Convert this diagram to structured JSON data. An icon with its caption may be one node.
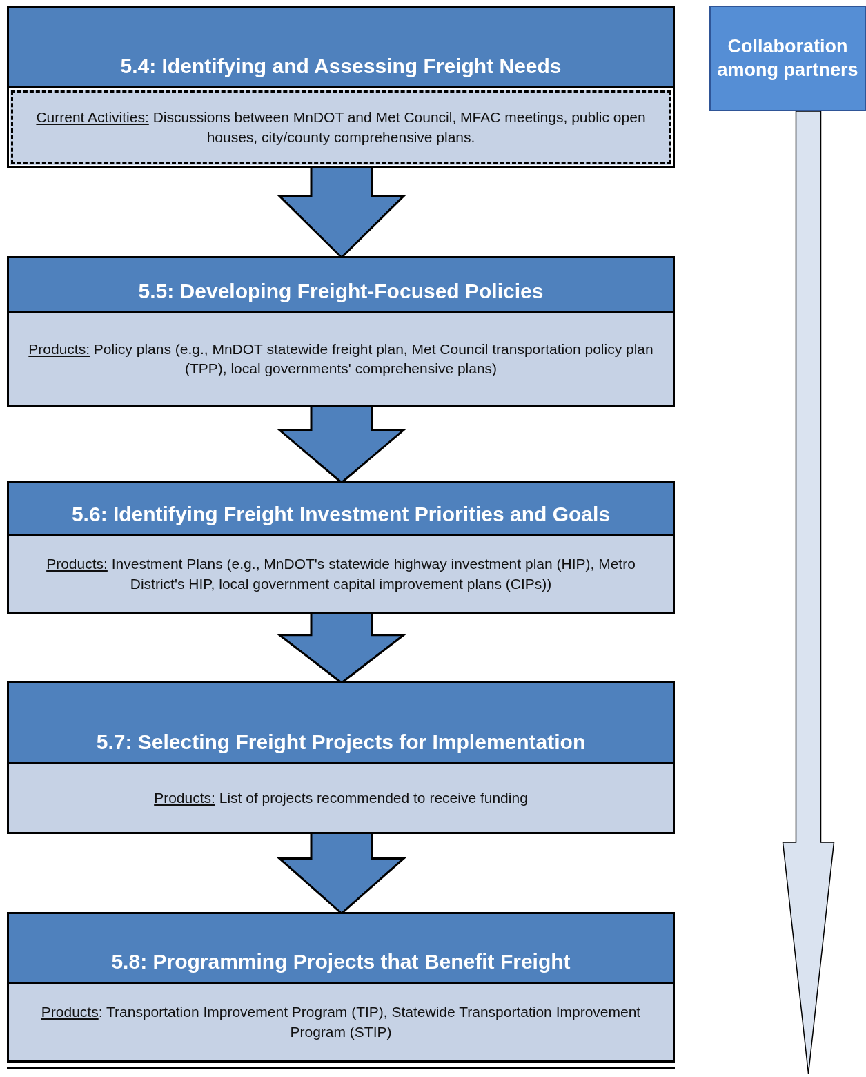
{
  "diagram": {
    "nodes": [
      {
        "text": [
          "5.4: Identifying and Assessing Freight  Needs",
          "Current Activities:",
          "Discussions between MnDOT and Met Council, MFAC meetings, public open houses, city/county comprehensive plans."
        ]
      },
      {
        "text": [
          "5.5: Developing Freight-Focused Policies",
          "Products:",
          "Policy plans (e.g., MnDOT statewide freight plan, Met Council transportation policy plan (TPP), local governments' comprehensive plans)"
        ]
      },
      {
        "text": [
          "5.6: Identifying Freight Investment Priorities and Goals",
          "Products:",
          "Investment Plans (e.g., MnDOT's statewide highway investment plan (HIP), Metro District's HIP, local government capital improvement plans (CIPs))"
        ]
      },
      {
        "text": [
          "5.7: Selecting Freight Projects for Implementation",
          "Products:",
          "List of projects recommended to receive funding"
        ]
      },
      {
        "text": [
          "5.8: Programming Projects that Benefit Freight",
          "Products",
          ": Transportation Improvement Program (TIP), Statewide Transportation Improvement Program (STIP)"
        ]
      },
      {
        "text": [
          "Collaboration among partners"
        ]
      }
    ],
    "edges": [
      {
        "from": 0,
        "to": 1,
        "arrow": "to"
      },
      {
        "from": 1,
        "to": 2,
        "arrow": "to"
      },
      {
        "from": 2,
        "to": 3,
        "arrow": "to"
      },
      {
        "from": 3,
        "to": 4,
        "arrow": "to"
      },
      {
        "from": 5,
        "to": null,
        "arrow": "to"
      }
    ]
  }
}
